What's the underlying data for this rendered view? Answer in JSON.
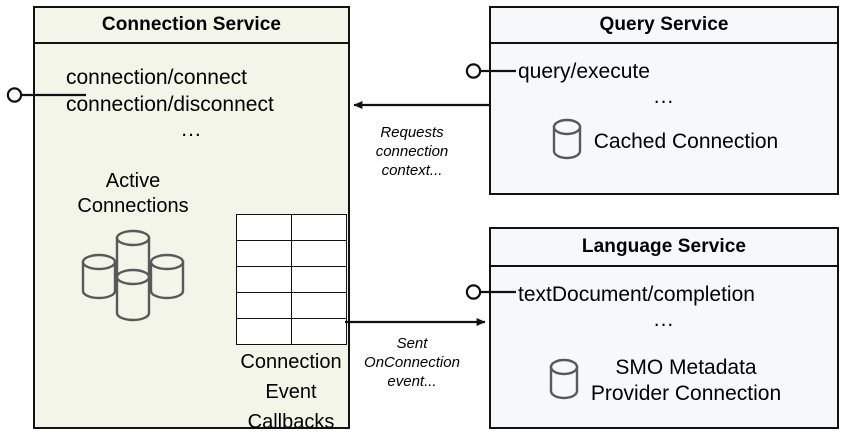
{
  "diagram": {
    "type": "component-diagram",
    "colors": {
      "connection_service_fill": "#f2f5e8",
      "service_fill": "#f7f8fa",
      "border": "#111111",
      "icon_stroke": "#595959"
    },
    "nodes": [
      {
        "id": "connection-service",
        "title": "Connection Service",
        "operations": [
          "connection/connect",
          "connection/disconnect"
        ],
        "ellipsis": "...",
        "cluster": {
          "label_line1": "Active",
          "label_line2": "Connections",
          "icon": "database-cluster-icon"
        },
        "table": {
          "label_line1": "Connection",
          "label_line2": "Event",
          "label_line3": "Callbacks",
          "rows": 5,
          "cols": 2,
          "icon": "grid-table-icon"
        },
        "interface_port": "provided-interface-lollipop"
      },
      {
        "id": "query-service",
        "title": "Query Service",
        "operations": [
          "query/execute"
        ],
        "ellipsis": "...",
        "database": {
          "label": "Cached Connection",
          "icon": "database-cylinder-icon"
        },
        "interface_port": "provided-interface-lollipop"
      },
      {
        "id": "language-service",
        "title": "Language Service",
        "operations": [
          "textDocument/completion"
        ],
        "ellipsis": "...",
        "database": {
          "label_line1": "SMO Metadata",
          "label_line2": "Provider Connection",
          "icon": "database-cylinder-icon"
        },
        "interface_port": "provided-interface-lollipop"
      }
    ],
    "edges": [
      {
        "id": "edge-query-to-connection",
        "from": "query-service",
        "to": "connection-service",
        "direction": "left",
        "label_line1": "Requests",
        "label_line2": "connection",
        "label_line3": "context..."
      },
      {
        "id": "edge-connection-to-language",
        "from": "connection-service",
        "to": "language-service",
        "direction": "right",
        "label_line1": "Sent",
        "label_line2": "OnConnection",
        "label_line3": "event..."
      }
    ]
  }
}
